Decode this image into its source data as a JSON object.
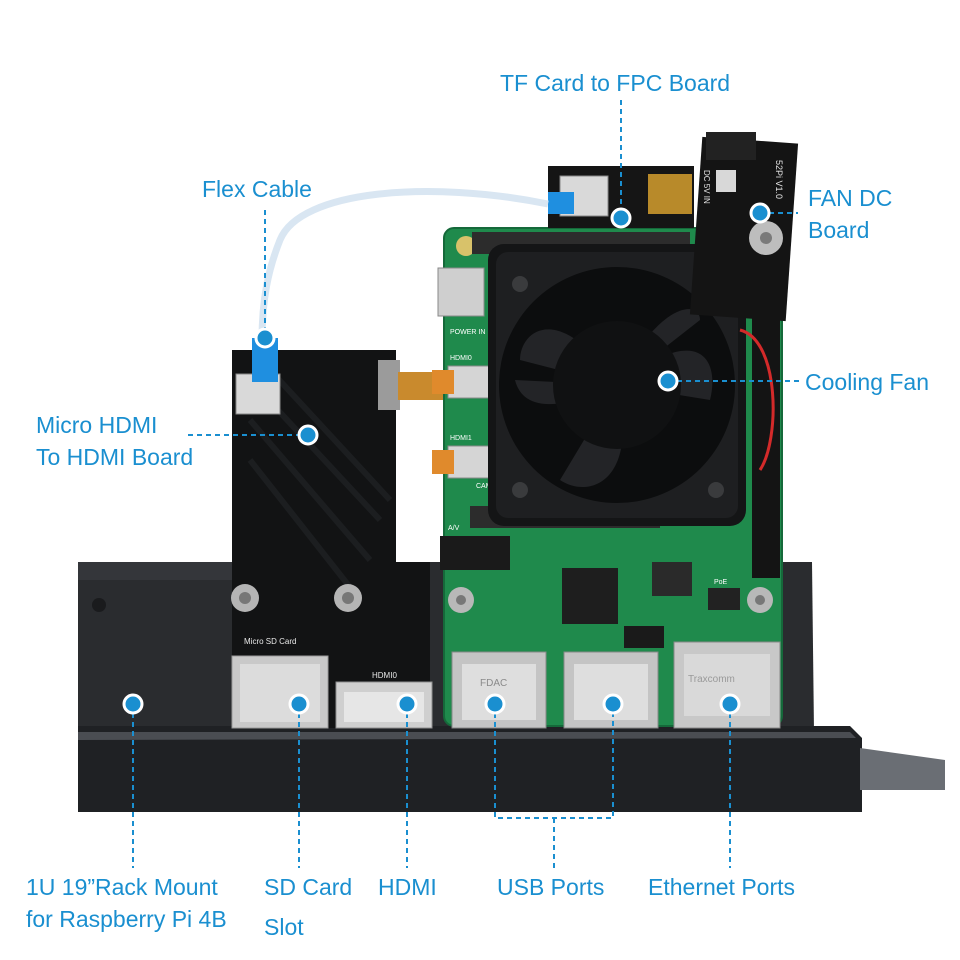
{
  "accent_color": "#1a8fd0",
  "callouts": [
    {
      "id": "tf-card-to-fpc-board",
      "lines": [
        "TF Card to FPC Board"
      ]
    },
    {
      "id": "flex-cable",
      "lines": [
        "Flex Cable"
      ]
    },
    {
      "id": "fan-dc-board",
      "lines": [
        "FAN DC",
        "Board"
      ]
    },
    {
      "id": "cooling-fan",
      "lines": [
        "Cooling Fan"
      ]
    },
    {
      "id": "micro-hdmi-to-hdmi-board",
      "lines": [
        "Micro HDMI",
        "To HDMI Board"
      ]
    },
    {
      "id": "rack-mount",
      "lines": [
        "1U 19”Rack Mount",
        "for Raspberry Pi 4B"
      ]
    },
    {
      "id": "sd-card-slot",
      "lines": [
        "SD Card",
        "Slot"
      ]
    },
    {
      "id": "hdmi",
      "lines": [
        "HDMI"
      ]
    },
    {
      "id": "usb-ports",
      "lines": [
        "USB Ports"
      ]
    },
    {
      "id": "ethernet-ports",
      "lines": [
        "Ethernet Ports"
      ]
    }
  ],
  "board_markings": {
    "micro_sd_card": "Micro SD Card",
    "hdmi_port": "HDMI0",
    "fan_board_id": "52Pi V1.0",
    "fan_board_input": "DC 5V IN",
    "power_in": "POWER IN",
    "hdmi0": "HDMI0",
    "hdmi1": "HDMI1",
    "camera": "CAMERA",
    "av": "A/V",
    "poe": "PoE",
    "usb_brand": "FDAC",
    "eth_brand": "Traxcomm"
  }
}
